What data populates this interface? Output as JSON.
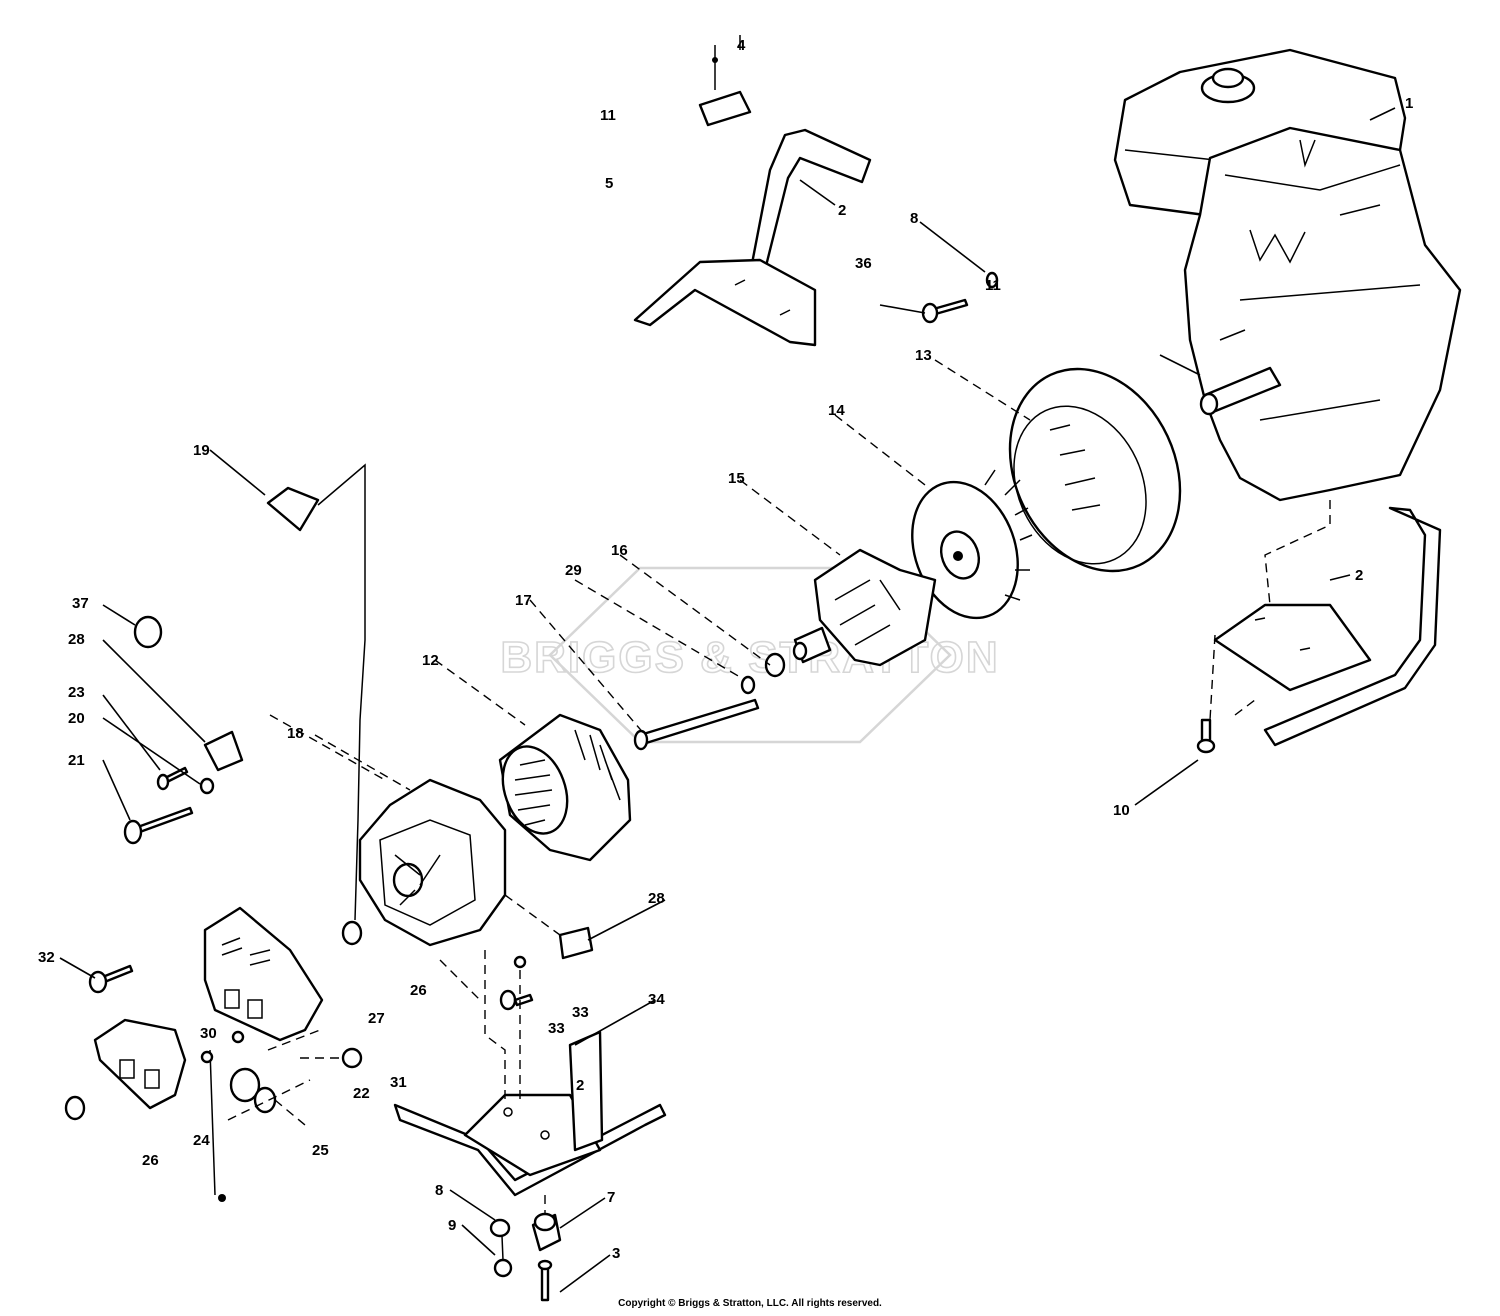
{
  "watermark": {
    "text": "BRIGGS & STRATTON"
  },
  "callouts": [
    {
      "id": "c1",
      "text": "1"
    },
    {
      "id": "c2a",
      "text": "2"
    },
    {
      "id": "c2b",
      "text": "2"
    },
    {
      "id": "c2c",
      "text": "2"
    },
    {
      "id": "c3",
      "text": "3"
    },
    {
      "id": "c4",
      "text": "4"
    },
    {
      "id": "c5",
      "text": "5"
    },
    {
      "id": "c7",
      "text": "7"
    },
    {
      "id": "c8a",
      "text": "8"
    },
    {
      "id": "c8b",
      "text": "8"
    },
    {
      "id": "c9",
      "text": "9"
    },
    {
      "id": "c10",
      "text": "10"
    },
    {
      "id": "c11",
      "text": "11"
    },
    {
      "id": "c11b",
      "text": "11"
    },
    {
      "id": "c12",
      "text": "12"
    },
    {
      "id": "c13",
      "text": "13"
    },
    {
      "id": "c14",
      "text": "14"
    },
    {
      "id": "c15",
      "text": "15"
    },
    {
      "id": "c16",
      "text": "16"
    },
    {
      "id": "c17",
      "text": "17"
    },
    {
      "id": "c18",
      "text": "18"
    },
    {
      "id": "c19",
      "text": "19"
    },
    {
      "id": "c20",
      "text": "20"
    },
    {
      "id": "c21",
      "text": "21"
    },
    {
      "id": "c22",
      "text": "22"
    },
    {
      "id": "c23",
      "text": "23"
    },
    {
      "id": "c24",
      "text": "24"
    },
    {
      "id": "c25",
      "text": "25"
    },
    {
      "id": "c26a",
      "text": "26"
    },
    {
      "id": "c26b",
      "text": "26"
    },
    {
      "id": "c27",
      "text": "27"
    },
    {
      "id": "c28a",
      "text": "28"
    },
    {
      "id": "c28b",
      "text": "28"
    },
    {
      "id": "c29",
      "text": "29"
    },
    {
      "id": "c30",
      "text": "30"
    },
    {
      "id": "c31",
      "text": "31"
    },
    {
      "id": "c32",
      "text": "32"
    },
    {
      "id": "c33a",
      "text": "33"
    },
    {
      "id": "c33b",
      "text": "33"
    },
    {
      "id": "c34",
      "text": "34"
    },
    {
      "id": "c36",
      "text": "36"
    },
    {
      "id": "c37",
      "text": "37"
    }
  ],
  "footer": {
    "copyright": "Copyright © Briggs & Stratton, LLC. All rights reserved."
  }
}
